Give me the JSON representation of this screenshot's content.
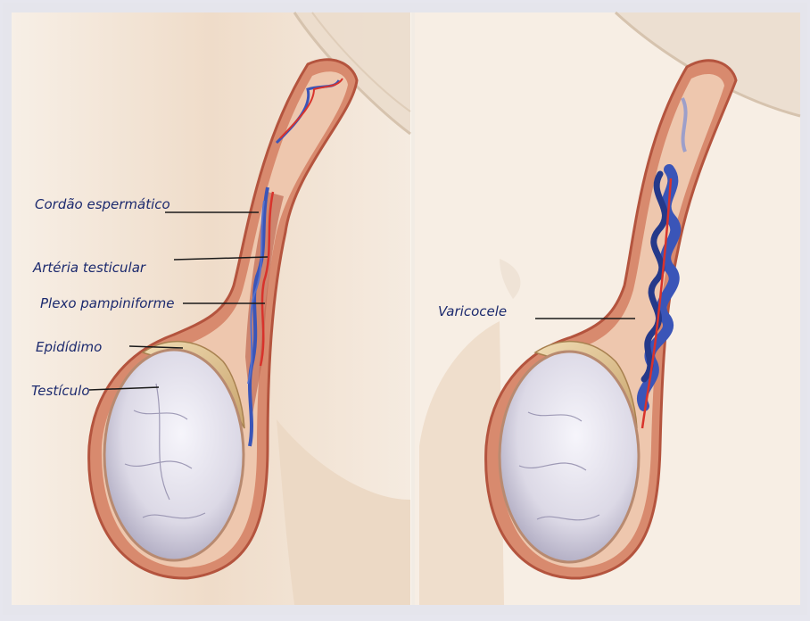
{
  "labels": {
    "cordao": "Cordão espermático",
    "arteria": "Artéria testicular",
    "plexo": "Plexo pampiniforme",
    "epididimo": "Epidídimo",
    "testiculo": "Testículo",
    "varicocele": "Varicocele"
  },
  "colors": {
    "skin": "#f1e1cf",
    "tissue": "#c86e55",
    "vein": "#3a55b8",
    "artery": "#d8332c",
    "testis": "#dcd9e6",
    "epididymis": "#d8b880",
    "label_text": "#1c2a6e",
    "leader_line": "#1a1a1a"
  }
}
